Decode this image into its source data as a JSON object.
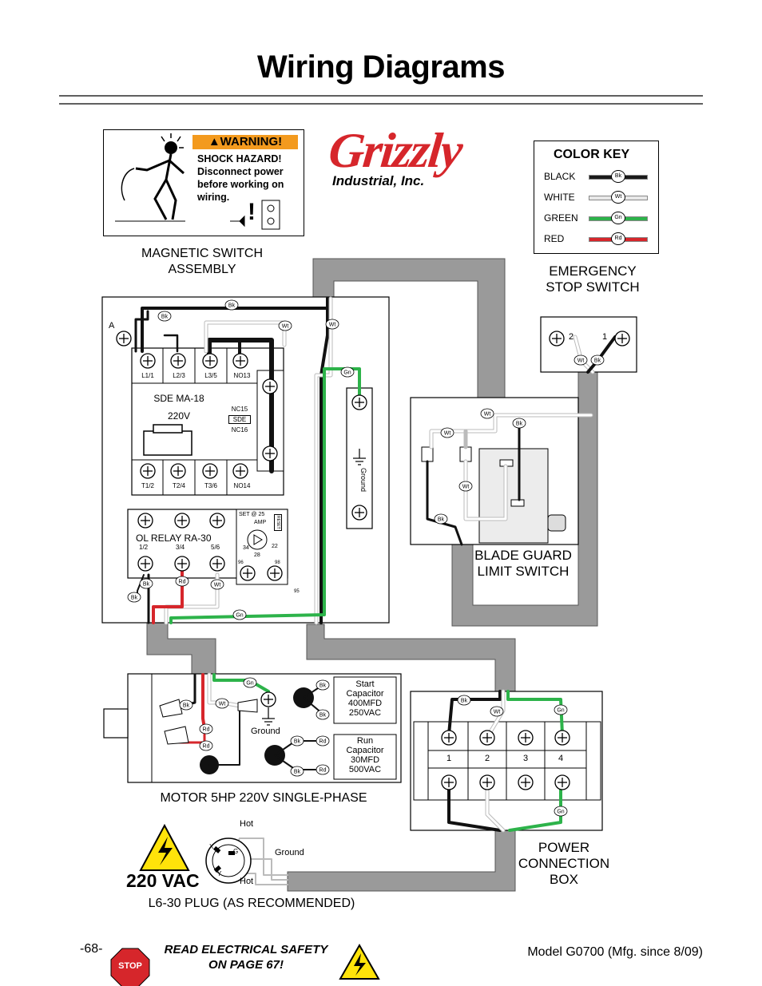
{
  "page": {
    "title": "Wiring Diagrams",
    "page_number": "-68-",
    "model": "Model G0700 (Mfg. since 8/09)",
    "safety_note_line1": "READ ELECTRICAL SAFETY",
    "safety_note_line2": "ON PAGE 67!",
    "stop_sign_text": "STOP"
  },
  "warning_label": {
    "header": "WARNING!",
    "line1": "SHOCK HAZARD!",
    "line2": "Disconnect power",
    "line3": "before working on",
    "line4": "wiring."
  },
  "logo": {
    "brand": "Grizzly",
    "subtitle": "Industrial, Inc."
  },
  "color_key": {
    "title": "COLOR KEY",
    "items": [
      {
        "name": "BLACK",
        "tag": "Bk",
        "color": "#1a1a1a"
      },
      {
        "name": "WHITE",
        "tag": "Wt",
        "color": "#e8e8e8"
      },
      {
        "name": "GREEN",
        "tag": "Gn",
        "color": "#2db34a"
      },
      {
        "name": "RED",
        "tag": "Rd",
        "color": "#d6262b"
      }
    ]
  },
  "labels": {
    "magnetic_switch_line1": "MAGNETIC SWITCH",
    "magnetic_switch_line2": "ASSEMBLY",
    "emergency_stop_line1": "EMERGENCY",
    "emergency_stop_line2": "STOP SWITCH",
    "blade_guard_line1": "BLADE GUARD",
    "blade_guard_line2": "LIMIT SWITCH",
    "motor": "MOTOR 5HP 220V SINGLE-PHASE",
    "power_box_line1": "POWER",
    "power_box_line2": "CONNECTION",
    "power_box_line3": "BOX",
    "plug": "L6-30 PLUG (AS RECOMMENDED)",
    "voltage": "220 VAC"
  },
  "magnetic_switch": {
    "point_a": "A",
    "contactor_model": "SDE MA-18",
    "contactor_voltage": "220V",
    "top_terminals": [
      "L1/1",
      "L2/3",
      "L3/5",
      "NO13"
    ],
    "bottom_terminals": [
      "T1/2",
      "T2/4",
      "T3/6",
      "NO14"
    ],
    "aux": [
      "NC15",
      "SDE",
      "NC16"
    ],
    "ground": "Ground",
    "ol_relay": "OL RELAY RA-30",
    "ol_terminals": [
      "1/2",
      "3/4",
      "5/6"
    ],
    "ol_set": "SET @ 25",
    "ol_amp": "AMP",
    "ol_dial": [
      "34",
      "28",
      "22"
    ],
    "ol_reset": "RESET",
    "ol_aux": [
      "96",
      "98",
      "95"
    ]
  },
  "estop": {
    "terminals": [
      "2",
      "1"
    ]
  },
  "motor": {
    "ground": "Ground",
    "start_cap": [
      "Start",
      "Capacitor",
      "400MFD",
      "250VAC"
    ],
    "run_cap": [
      "Run",
      "Capacitor",
      "30MFD",
      "500VAC"
    ]
  },
  "power_box": {
    "terminals": [
      "1",
      "2",
      "3",
      "4"
    ]
  },
  "plug": {
    "hot_top": "Hot",
    "hot_bottom": "Hot",
    "ground": "Ground",
    "pins": [
      "X",
      "G",
      "Y"
    ]
  }
}
